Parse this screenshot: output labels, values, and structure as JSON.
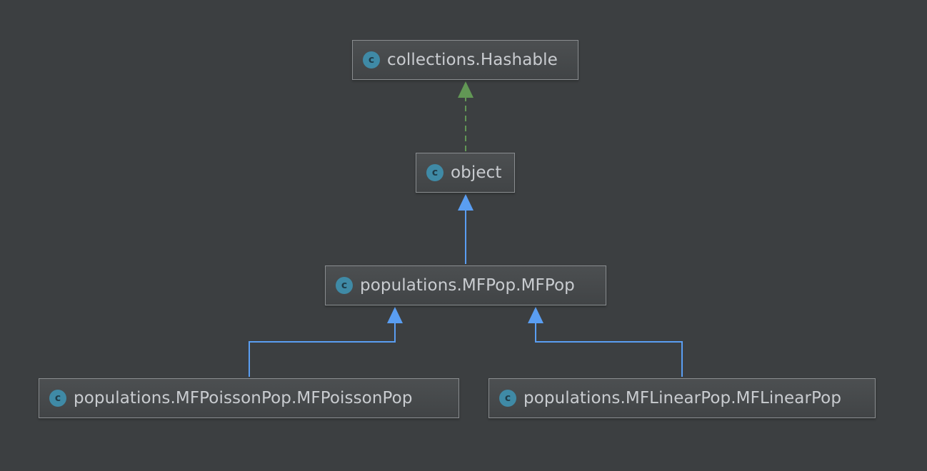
{
  "diagram": {
    "icon_letter": "c",
    "icon_name": "class-icon",
    "colors": {
      "background": "#3c3f41",
      "inheritance": "#5a9ef2",
      "implementation": "#629755",
      "icon": "#3f8aa6"
    },
    "nodes": [
      {
        "id": "hashable",
        "label": "collections.Hashable"
      },
      {
        "id": "object",
        "label": "object"
      },
      {
        "id": "mfpop",
        "label": "populations.MFPop.MFPop"
      },
      {
        "id": "mfpoisson",
        "label": "populations.MFPoissonPop.MFPoissonPop"
      },
      {
        "id": "mflinear",
        "label": "populations.MFLinearPop.MFLinearPop"
      }
    ],
    "edges": [
      {
        "from": "object",
        "to": "hashable",
        "kind": "implementation"
      },
      {
        "from": "mfpop",
        "to": "object",
        "kind": "inheritance"
      },
      {
        "from": "mfpoisson",
        "to": "mfpop",
        "kind": "inheritance"
      },
      {
        "from": "mflinear",
        "to": "mfpop",
        "kind": "inheritance"
      }
    ]
  }
}
